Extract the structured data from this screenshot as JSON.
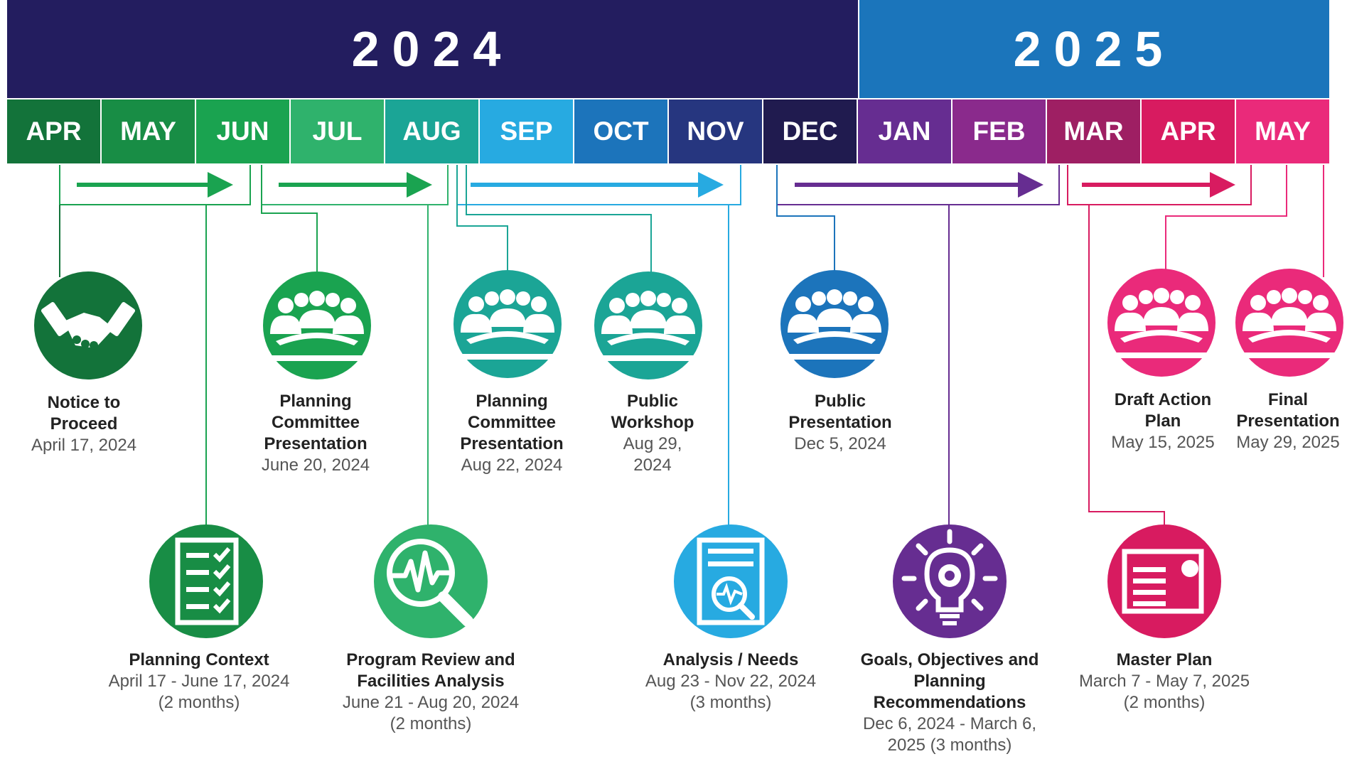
{
  "years": [
    {
      "label": "2024",
      "color": "#231d5f"
    },
    {
      "label": "2025",
      "color": "#1b75bb"
    }
  ],
  "months": [
    {
      "label": "APR",
      "color": "#13733a"
    },
    {
      "label": "MAY",
      "color": "#188d45"
    },
    {
      "label": "JUN",
      "color": "#1aa350"
    },
    {
      "label": "JUL",
      "color": "#2fb26c"
    },
    {
      "label": "AUG",
      "color": "#1ba596"
    },
    {
      "label": "SEP",
      "color": "#27aae1"
    },
    {
      "label": "OCT",
      "color": "#1c74bb"
    },
    {
      "label": "NOV",
      "color": "#26367f"
    },
    {
      "label": "DEC",
      "color": "#201b4f"
    },
    {
      "label": "JAN",
      "color": "#662d91"
    },
    {
      "label": "FEB",
      "color": "#8a2a8c"
    },
    {
      "label": "MAR",
      "color": "#9e1f63"
    },
    {
      "label": "APR",
      "color": "#d81b60"
    },
    {
      "label": "MAY",
      "color": "#ea2a7a"
    }
  ],
  "milestones": [
    {
      "title": "Notice to Proceed",
      "date": "April 17, 2024",
      "icon": "handshake-icon",
      "color": "#13733a"
    },
    {
      "title": "Planning Committee Presentation",
      "date": "June 20, 2024",
      "icon": "group-icon",
      "color": "#1aa350"
    },
    {
      "title": "Planning Committee Presentation",
      "date": "Aug 22, 2024",
      "icon": "group-icon",
      "color": "#1ba596"
    },
    {
      "title": "Public Workshop",
      "date": "Aug 29, 2024",
      "icon": "group-icon",
      "color": "#1ba596"
    },
    {
      "title": "Public Presentation",
      "date": "Dec 5, 2024",
      "icon": "group-icon",
      "color": "#1c74bb"
    },
    {
      "title": "Draft Action Plan",
      "date": "May 15, 2025",
      "icon": "group-icon",
      "color": "#ea2a7a"
    },
    {
      "title": "Final Presentation",
      "date": "May 29, 2025",
      "icon": "group-icon",
      "color": "#ea2a7a"
    }
  ],
  "phases": [
    {
      "title": "Planning Context",
      "dates": "April 17 - June 17, 2024",
      "duration": "(2 months)",
      "icon": "checklist-icon",
      "color": "#188d45"
    },
    {
      "title": "Program Review and Facilities Analysis",
      "dates": "June 21 - Aug 20, 2024",
      "duration": "(2 months)",
      "icon": "magnifier-pulse-icon",
      "color": "#2fb26c"
    },
    {
      "title": "Analysis / Needs",
      "dates": "Aug 23 - Nov 22, 2024",
      "duration": "(3 months)",
      "icon": "report-icon",
      "color": "#27aae1"
    },
    {
      "title": "Goals, Objectives and Planning Recommendations",
      "dates": "Dec 6, 2024  - March 6,",
      "duration": "2025 (3 months)",
      "icon": "lightbulb-gear-icon",
      "color": "#662d91"
    },
    {
      "title": "Master Plan",
      "dates": "March 7 - May 7, 2025",
      "duration": "(2 months)",
      "icon": "plan-document-icon",
      "color": "#d81b60"
    }
  ]
}
